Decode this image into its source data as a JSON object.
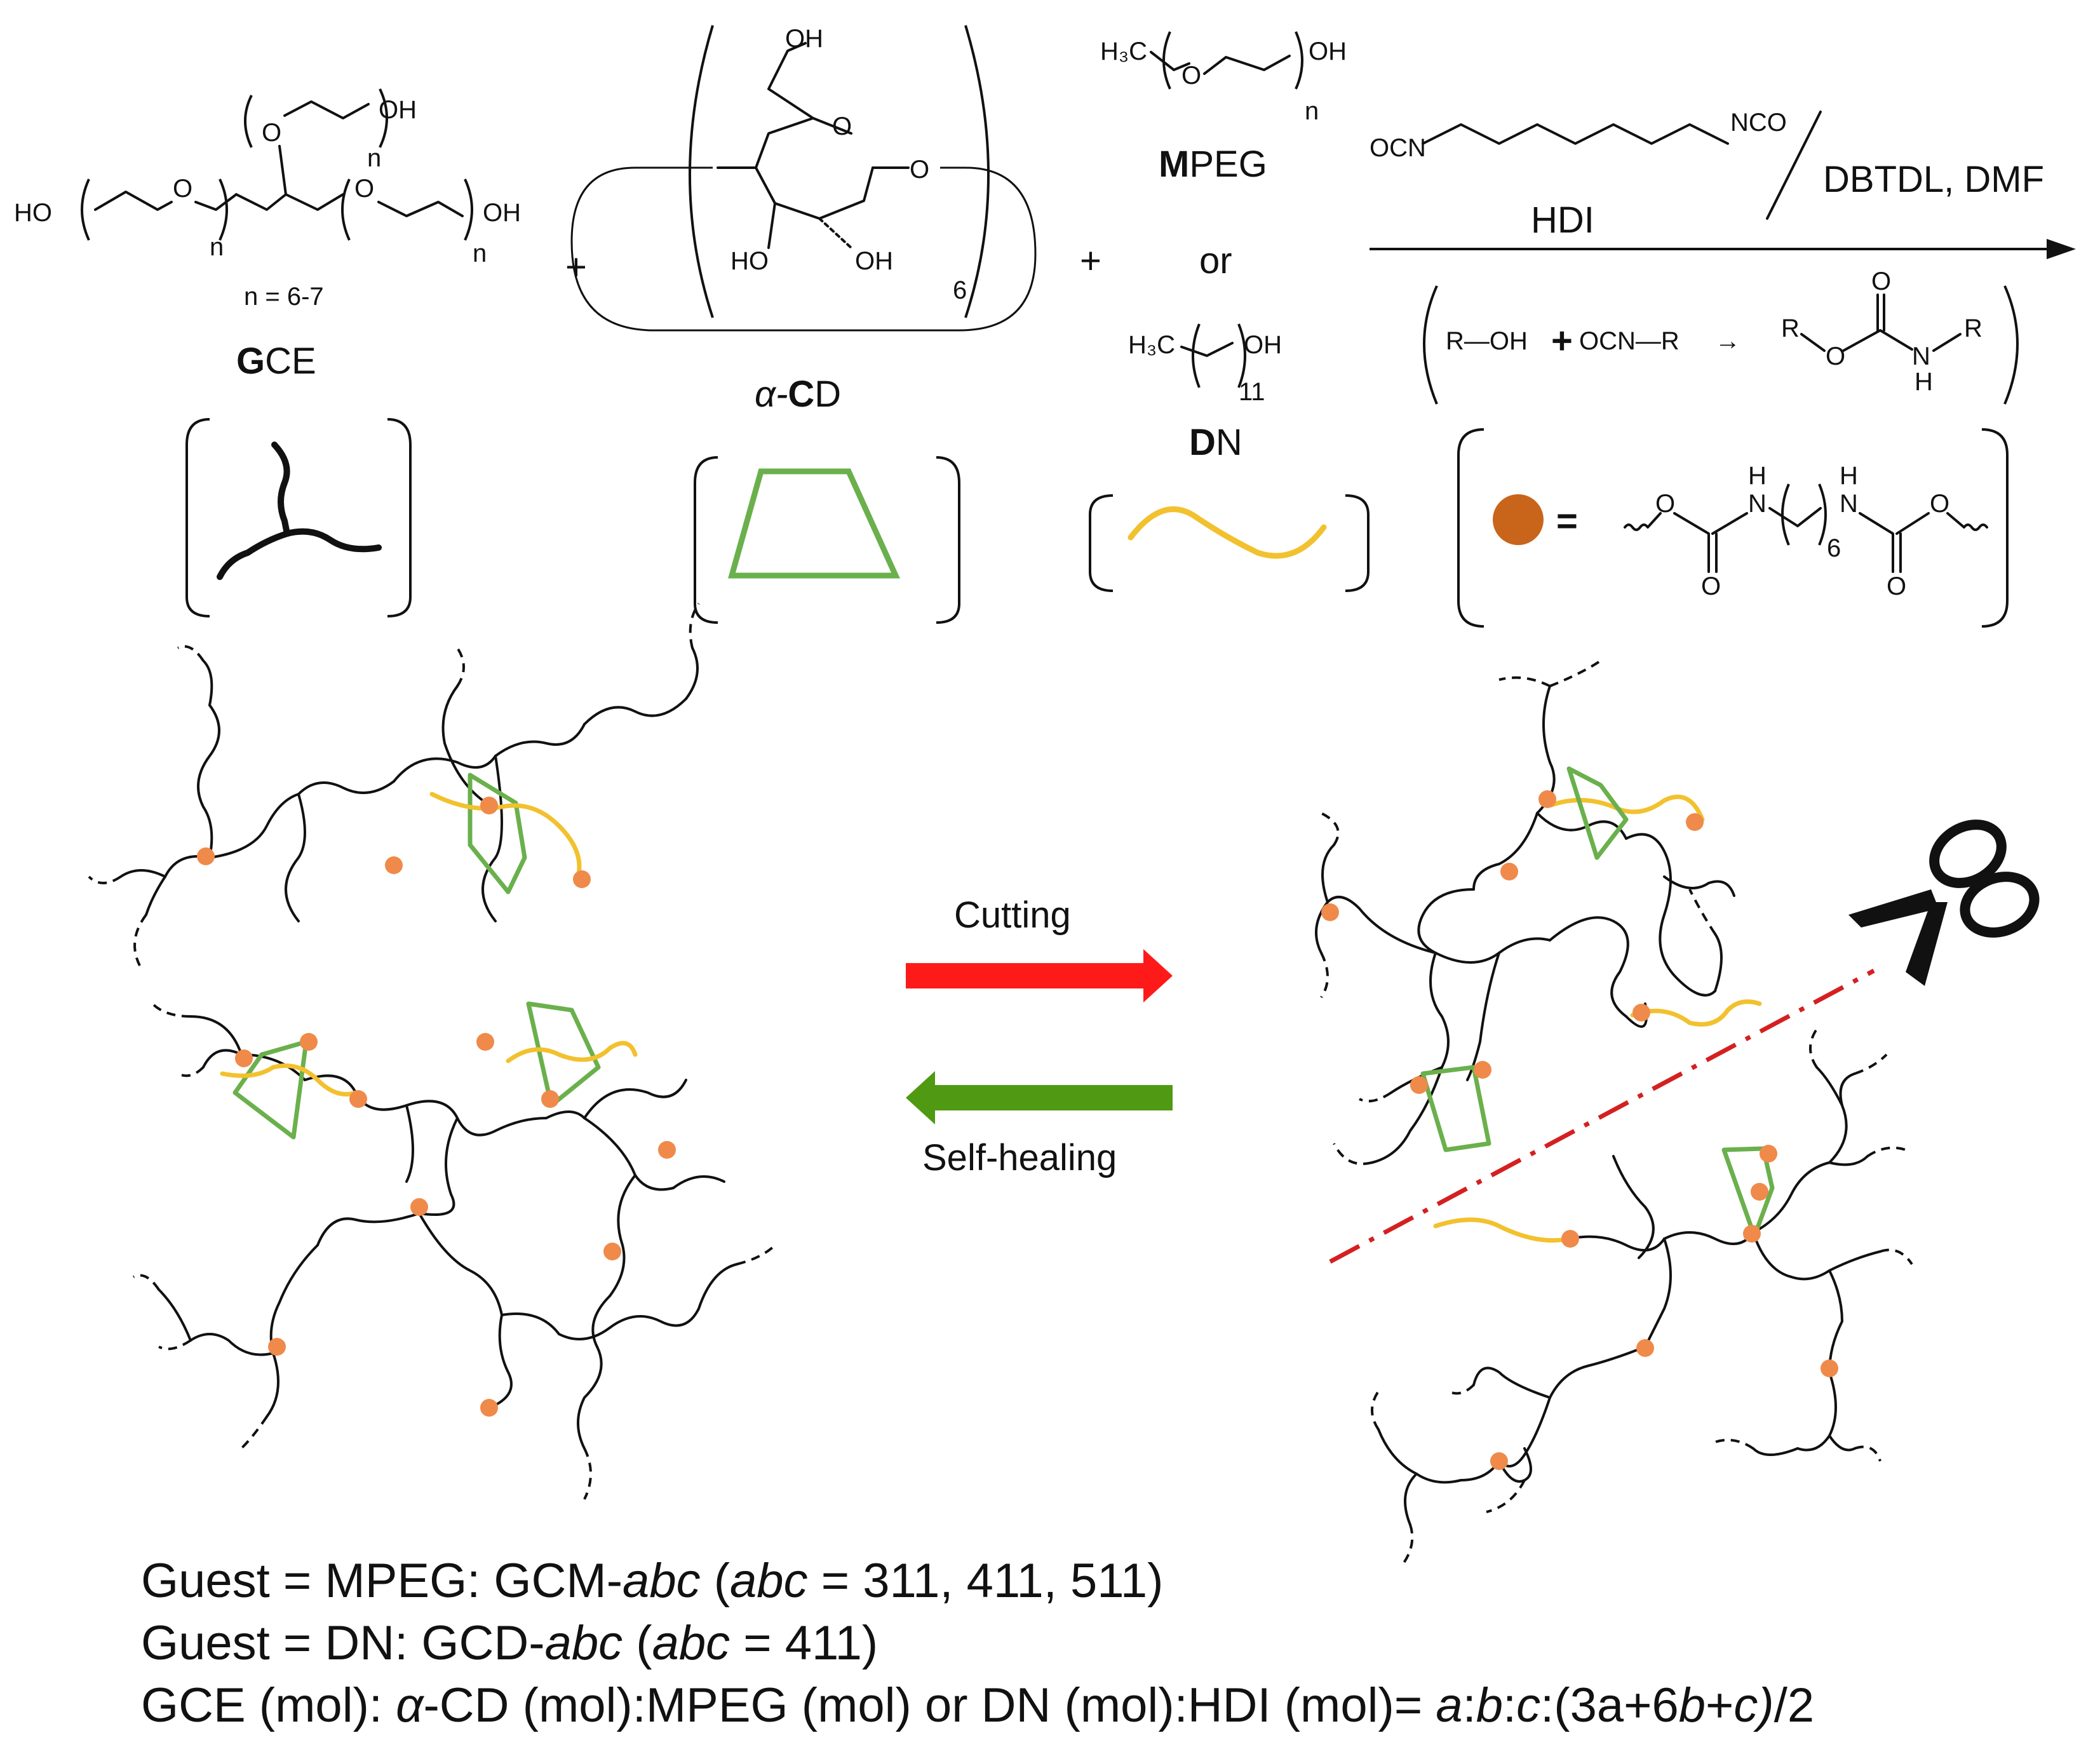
{
  "reactants": {
    "gce": {
      "n_repeat": "n",
      "n_value": "n = 6-7",
      "label_bold": "G",
      "label_rest": "CE",
      "end_group": "OH",
      "end_group_left": "HO"
    },
    "acd": {
      "prefix": "α-",
      "label_bold": "C",
      "label_rest": "D",
      "count": "6",
      "atoms": {
        "oh": "OH",
        "ring_o": "O",
        "bridge_o": "O",
        "ho": "HO"
      }
    },
    "mpeg": {
      "label_bold": "M",
      "label_rest": "PEG",
      "formula_left": "H₃C",
      "formula_right": "OH",
      "n_repeat": "n"
    },
    "or_text": "or",
    "dn": {
      "label_bold": "D",
      "label_rest": "N",
      "formula_left": "H₃C",
      "formula_right": "OH",
      "count": "11"
    },
    "plus": "+"
  },
  "reaction": {
    "hdi_left": "OCN",
    "hdi_right": "NCO",
    "hdi_label": "HDI",
    "conditions": "DBTDL, DMF",
    "scheme": {
      "r_oh": "R—OH",
      "plus": "+",
      "ocn_r": "OCN—R",
      "arrow": "→",
      "r1": "R",
      "o": "O",
      "o_top": "O",
      "nh": "N",
      "h": "H",
      "r2": "R"
    },
    "urethane": {
      "equals": "=",
      "o": "O",
      "n": "N",
      "h": "H",
      "count": "6"
    }
  },
  "network": {
    "cutting_label": "Cutting",
    "healing_label": "Self-healing",
    "cutting_color": "#ff1a1a",
    "healing_color": "#4f9a12",
    "cd_color": "#6ab04c",
    "guest_color": "#f2c12e",
    "node_color": "#ef8a4a",
    "urethane_dot_color": "#c8651b",
    "cut_line_color": "#d42020"
  },
  "legend": {
    "line1_a": "Guest = MPEG: GCM-",
    "line1_b": "abc",
    "line1_c": "  (",
    "line1_d": "abc",
    "line1_e": " = 311, 411, 511)",
    "line2_a": "Guest = DN: GCD-",
    "line2_b": "abc",
    "line2_c": " (",
    "line2_d": "abc",
    "line2_e": " = 411)",
    "line3_a": "GCE (mol): ",
    "line3_b": "α",
    "line3_c": "-CD (mol):MPEG (mol) or DN (mol):HDI (mol)= ",
    "line3_d": "a",
    "line3_e": ":",
    "line3_f": "b",
    "line3_g": ":",
    "line3_h": "c",
    "line3_i": ":(3a+6",
    "line3_j": "b",
    "line3_k": "+",
    "line3_l": "c)",
    "line3_m": "/2"
  }
}
